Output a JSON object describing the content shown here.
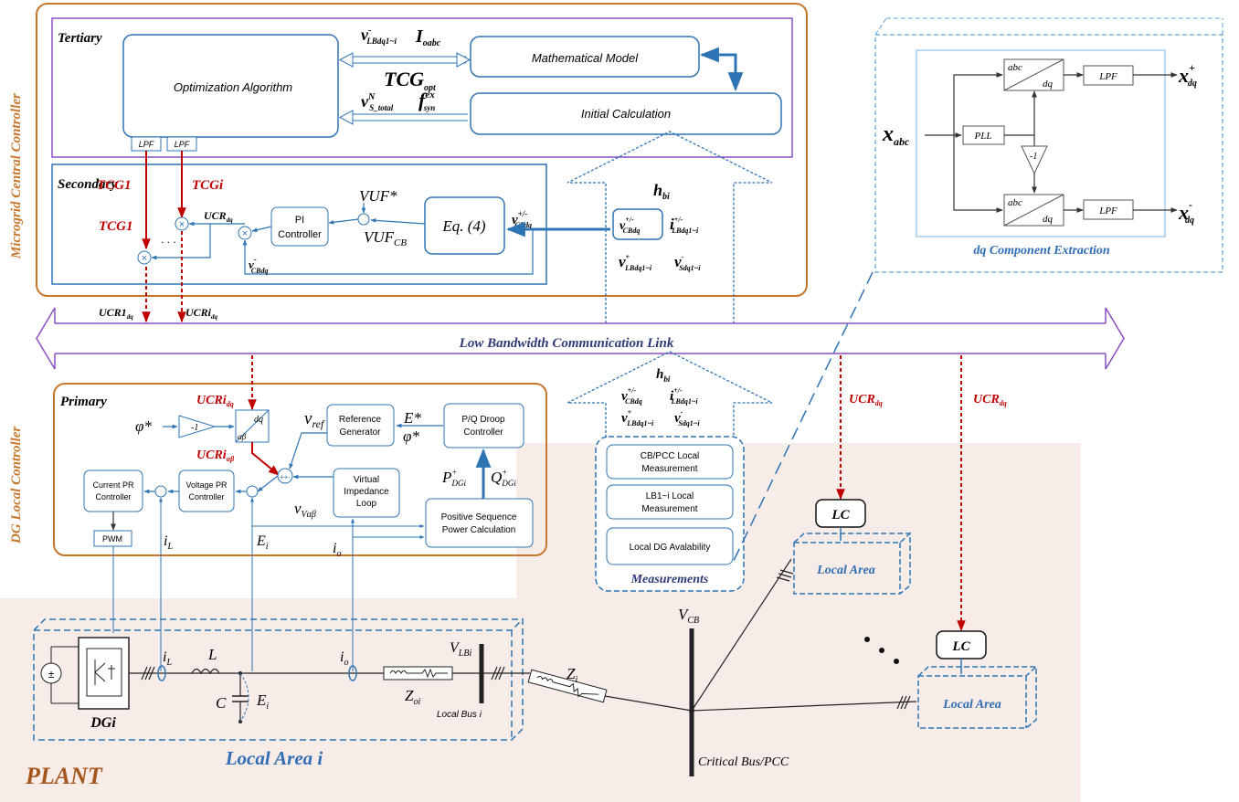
{
  "side_labels": {
    "central": "Microgrid Central Controller",
    "local": "DG Local Controller"
  },
  "tertiary": {
    "title": "Tertiary",
    "opt_algorithm": "Optimization Algorithm",
    "math_model": "Mathematical Model",
    "initial_calc": "Initial Calculation",
    "lpf": "LPF",
    "sig_v": "v",
    "sig_v_sup": "-",
    "sig_v_sub": "LBdq1~i",
    "sig_i": "I",
    "sig_i_sub": "oabc",
    "sig_tcg": "TCG",
    "sig_tcg_sub": "opt",
    "sig_vs": "v",
    "sig_vs_sup": "N",
    "sig_vs_sub": "S_total",
    "sig_f": "f",
    "sig_f_sup": "ex",
    "sig_f_sub": "syn"
  },
  "secondary": {
    "title": "Secondary",
    "tcg1": "TCG1",
    "tcgi": "TCGi",
    "ucr": "UCR",
    "ucr_sub": "dq",
    "pi": "PI",
    "controller": "Controller",
    "vuf_star": "VUF*",
    "vuf_cb": "VUF",
    "vuf_cb_sub": "CB",
    "eq": "Eq. (4)",
    "v_cb": "v",
    "v_cb_sup": "+/-",
    "v_cb_sub": "CBdq",
    "v_cb_neg": "v",
    "v_cb_neg_sup": "-",
    "v_cb_neg_sub": "CBdq"
  },
  "comm": {
    "label": "Low Bandwidth Communication Link",
    "ucr1": "UCR1",
    "ucr1_sub": "dq",
    "ucri": "UCRi",
    "ucri_sub": "dq",
    "ucr_right1": "UCR",
    "ucr_right1_sub": "dq",
    "ucr_right2": "UCR",
    "ucr_right2_sub": "dq"
  },
  "upper_arrow": {
    "h": "h",
    "h_sub": "bi",
    "v_cb": "v",
    "v_cb_sup": "+/-",
    "v_cb_sub": "CBdq",
    "i_lb": "i",
    "i_lb_sup": "+/-",
    "i_lb_sub": "LBdq1~i",
    "v_lb": "v",
    "v_lb_sup": "+",
    "v_lb_sub": "LBdq1~i",
    "v_s": "v",
    "v_s_sup": "-",
    "v_s_sub": "Sdq1~i"
  },
  "lower_arrow": {
    "h": "h",
    "h_sub": "bi",
    "v_cb": "v",
    "v_cb_sup": "+/-",
    "v_cb_sub": "CBdq",
    "i_lb": "i",
    "i_lb_sup": "+/-",
    "i_lb_sub": "LBdq1~i",
    "v_lb": "v",
    "v_lb_sup": "+",
    "v_lb_sub": "LBdq1~i",
    "v_s": "v",
    "v_s_sup": "-",
    "v_s_sub": "Sdq1~i"
  },
  "measurements": {
    "title": "Measurements",
    "items": [
      "CB/PCC Local\nMeasurement",
      "LB1~i Local\nMeasurement",
      "Local DG Avalability"
    ]
  },
  "dq_extraction": {
    "title": "dq Component Extraction",
    "x_abc": "x",
    "x_abc_sub": "abc",
    "pll": "PLL",
    "neg1": "-1",
    "abc": "abc",
    "dq": "dq",
    "lpf": "LPF",
    "x_pos": "x",
    "x_pos_sup": "+",
    "x_pos_sub": "dq",
    "x_neg": "x",
    "x_neg_sup": "-",
    "x_neg_sub": "dq"
  },
  "primary": {
    "title": "Primary",
    "ucri_dq": "UCRi",
    "ucri_dq_sub": "dq",
    "ucri_ab": "UCRi",
    "ucri_ab_sub": "αβ",
    "phi_star": "φ*",
    "neg1": "-1",
    "dq": "dq",
    "ab": "αβ",
    "v_ref": "v",
    "v_ref_sub": "ref",
    "ref_gen": "Reference\nGenerator",
    "e_star": "E*",
    "phi_star2": "φ*",
    "droop": "P/Q Droop\nController",
    "current_pr": "Current PR\nController",
    "voltage_pr": "Voltage PR\nController",
    "virtual": "Virtual\nImpedance\nLoop",
    "v_vab": "v",
    "v_vab_sub": "Vαβ",
    "p_dg": "P",
    "p_dg_sup": "+",
    "p_dg_sub": "DGi",
    "q_dg": "Q",
    "q_dg_sup": "+",
    "q_dg_sub": "DGi",
    "pos_seq": "Positive Sequence\nPower Calculation",
    "pwm": "PWM",
    "i_l": "i",
    "i_l_sub": "L",
    "e_i": "E",
    "e_i_sub": "i",
    "i_o": "i",
    "i_o_sub": "o"
  },
  "plant": {
    "title": "PLANT",
    "local_area_i": "Local Area i",
    "dgi": "DGi",
    "i_l": "i",
    "i_l_sub": "L",
    "L": "L",
    "C": "C",
    "E_i": "E",
    "E_i_sub": "i",
    "i_o": "i",
    "i_o_sub": "o",
    "v_lbi": "V",
    "v_lbi_sub": "LBi",
    "z_oi": "Z",
    "z_oi_sub": "oi",
    "z_i": "Z",
    "z_i_sub": "i",
    "local_bus": "Local Bus i",
    "v_cb": "V",
    "v_cb_sub": "CB",
    "critical_bus": "Critical Bus/PCC",
    "lc1": "LC",
    "lc2": "LC",
    "local_area1": "Local Area",
    "local_area2": "Local Area"
  },
  "colors": {
    "orange": "#c7772b",
    "purple": "#8a4fc3",
    "blue": "#2e74b5",
    "dark_blue": "#2f3a77",
    "red": "#c00000",
    "plant_bg": "#f7ece7",
    "text_blue": "#2f6db5",
    "brown": "#a5561c"
  }
}
